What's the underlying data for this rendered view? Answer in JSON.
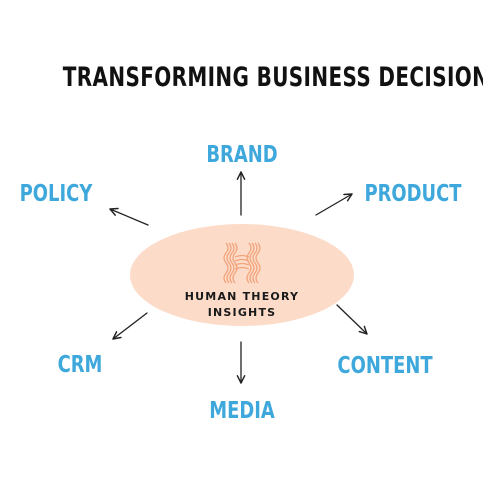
{
  "title": "TRANSFORMING BUSINESS DECISIONS",
  "hub": {
    "line1": "HUMAN THEORY",
    "line2": "INSIGHTS",
    "logo_icon": "wave-h-logo-icon",
    "fill_color": "#fcdcc8",
    "logo_color": "#f2a27a"
  },
  "nodes": {
    "brand": "BRAND",
    "policy": "POLICY",
    "product": "PRODUCT",
    "crm": "CRM",
    "content": "CONTENT",
    "media": "MEDIA"
  },
  "colors": {
    "node_text": "#3ea8dc",
    "title_text": "#111111",
    "arrow": "#222222"
  }
}
